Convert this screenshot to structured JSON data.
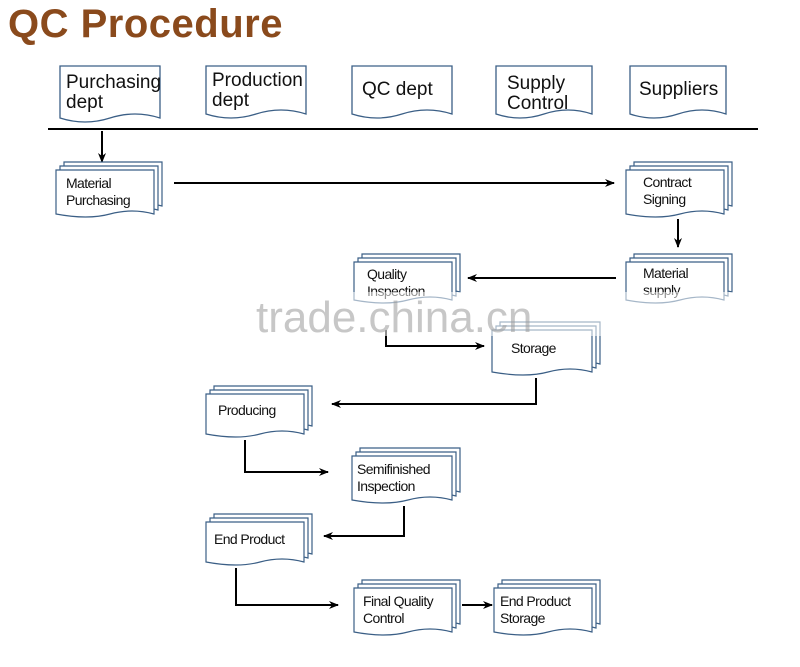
{
  "title": "QC Procedure",
  "departments": [
    {
      "lines": [
        "Purchasing",
        "dept"
      ]
    },
    {
      "lines": [
        "Production",
        "dept"
      ]
    },
    {
      "lines": [
        "QC dept"
      ]
    },
    {
      "lines": [
        "Supply",
        "Control"
      ]
    },
    {
      "lines": [
        "Suppliers"
      ]
    }
  ],
  "steps": {
    "material_purchasing": [
      "Material",
      "Purchasing"
    ],
    "contract_signing": [
      "Contract",
      "Signing"
    ],
    "material_supply": [
      "Material",
      "supply"
    ],
    "quality_inspection": [
      "Quality",
      "Inspection"
    ],
    "storage": [
      "Storage"
    ],
    "producing": [
      "Producing"
    ],
    "semifinished_inspection": [
      "Semifinished",
      "Inspection"
    ],
    "end_product": [
      "End Product"
    ],
    "final_quality_control": [
      "Final Quality",
      "Control"
    ],
    "end_product_storage": [
      "End Product",
      "Storage"
    ]
  },
  "watermark": "trade.china.cn",
  "colors": {
    "title": "#8a4a1c",
    "border": "#3b5f86",
    "line": "#000000"
  }
}
